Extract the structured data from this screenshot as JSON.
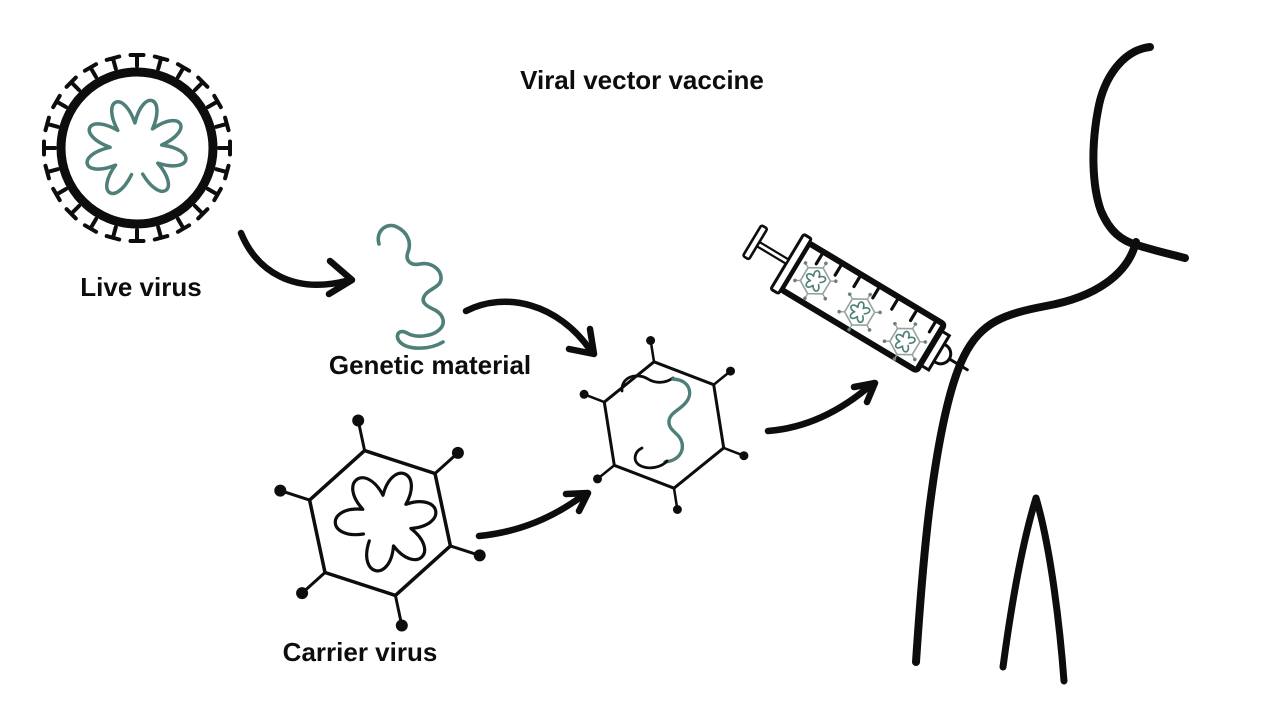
{
  "title": "Viral vector vaccine",
  "labels": {
    "live_virus": "Live virus",
    "genetic_material": "Genetic material",
    "carrier_virus": "Carrier virus"
  },
  "colors": {
    "ink": "#0d0d0d",
    "teal": "#4e7f79",
    "gray": "#97a29e",
    "gray_dark": "#6f7f7c",
    "bg": "#ffffff"
  },
  "illustrations": [
    {
      "name": "live-virus-icon",
      "desc": "spiked round virus containing teal genetic material strand"
    },
    {
      "name": "genetic-material-strand-icon",
      "desc": "teal squiggly strand extracted from live virus"
    },
    {
      "name": "carrier-virus-icon",
      "desc": "hexagonal capsid virus with spike dots and its own genome strand"
    },
    {
      "name": "recombinant-vector-icon",
      "desc": "hexagonal carrier virus holding inserted teal genetic material"
    },
    {
      "name": "syringe-icon",
      "desc": "tilted syringe with graduation marks filled with small vector viruses"
    },
    {
      "name": "person-icon",
      "desc": "line drawing of human head, neck, shoulder and arm receiving injection"
    }
  ]
}
